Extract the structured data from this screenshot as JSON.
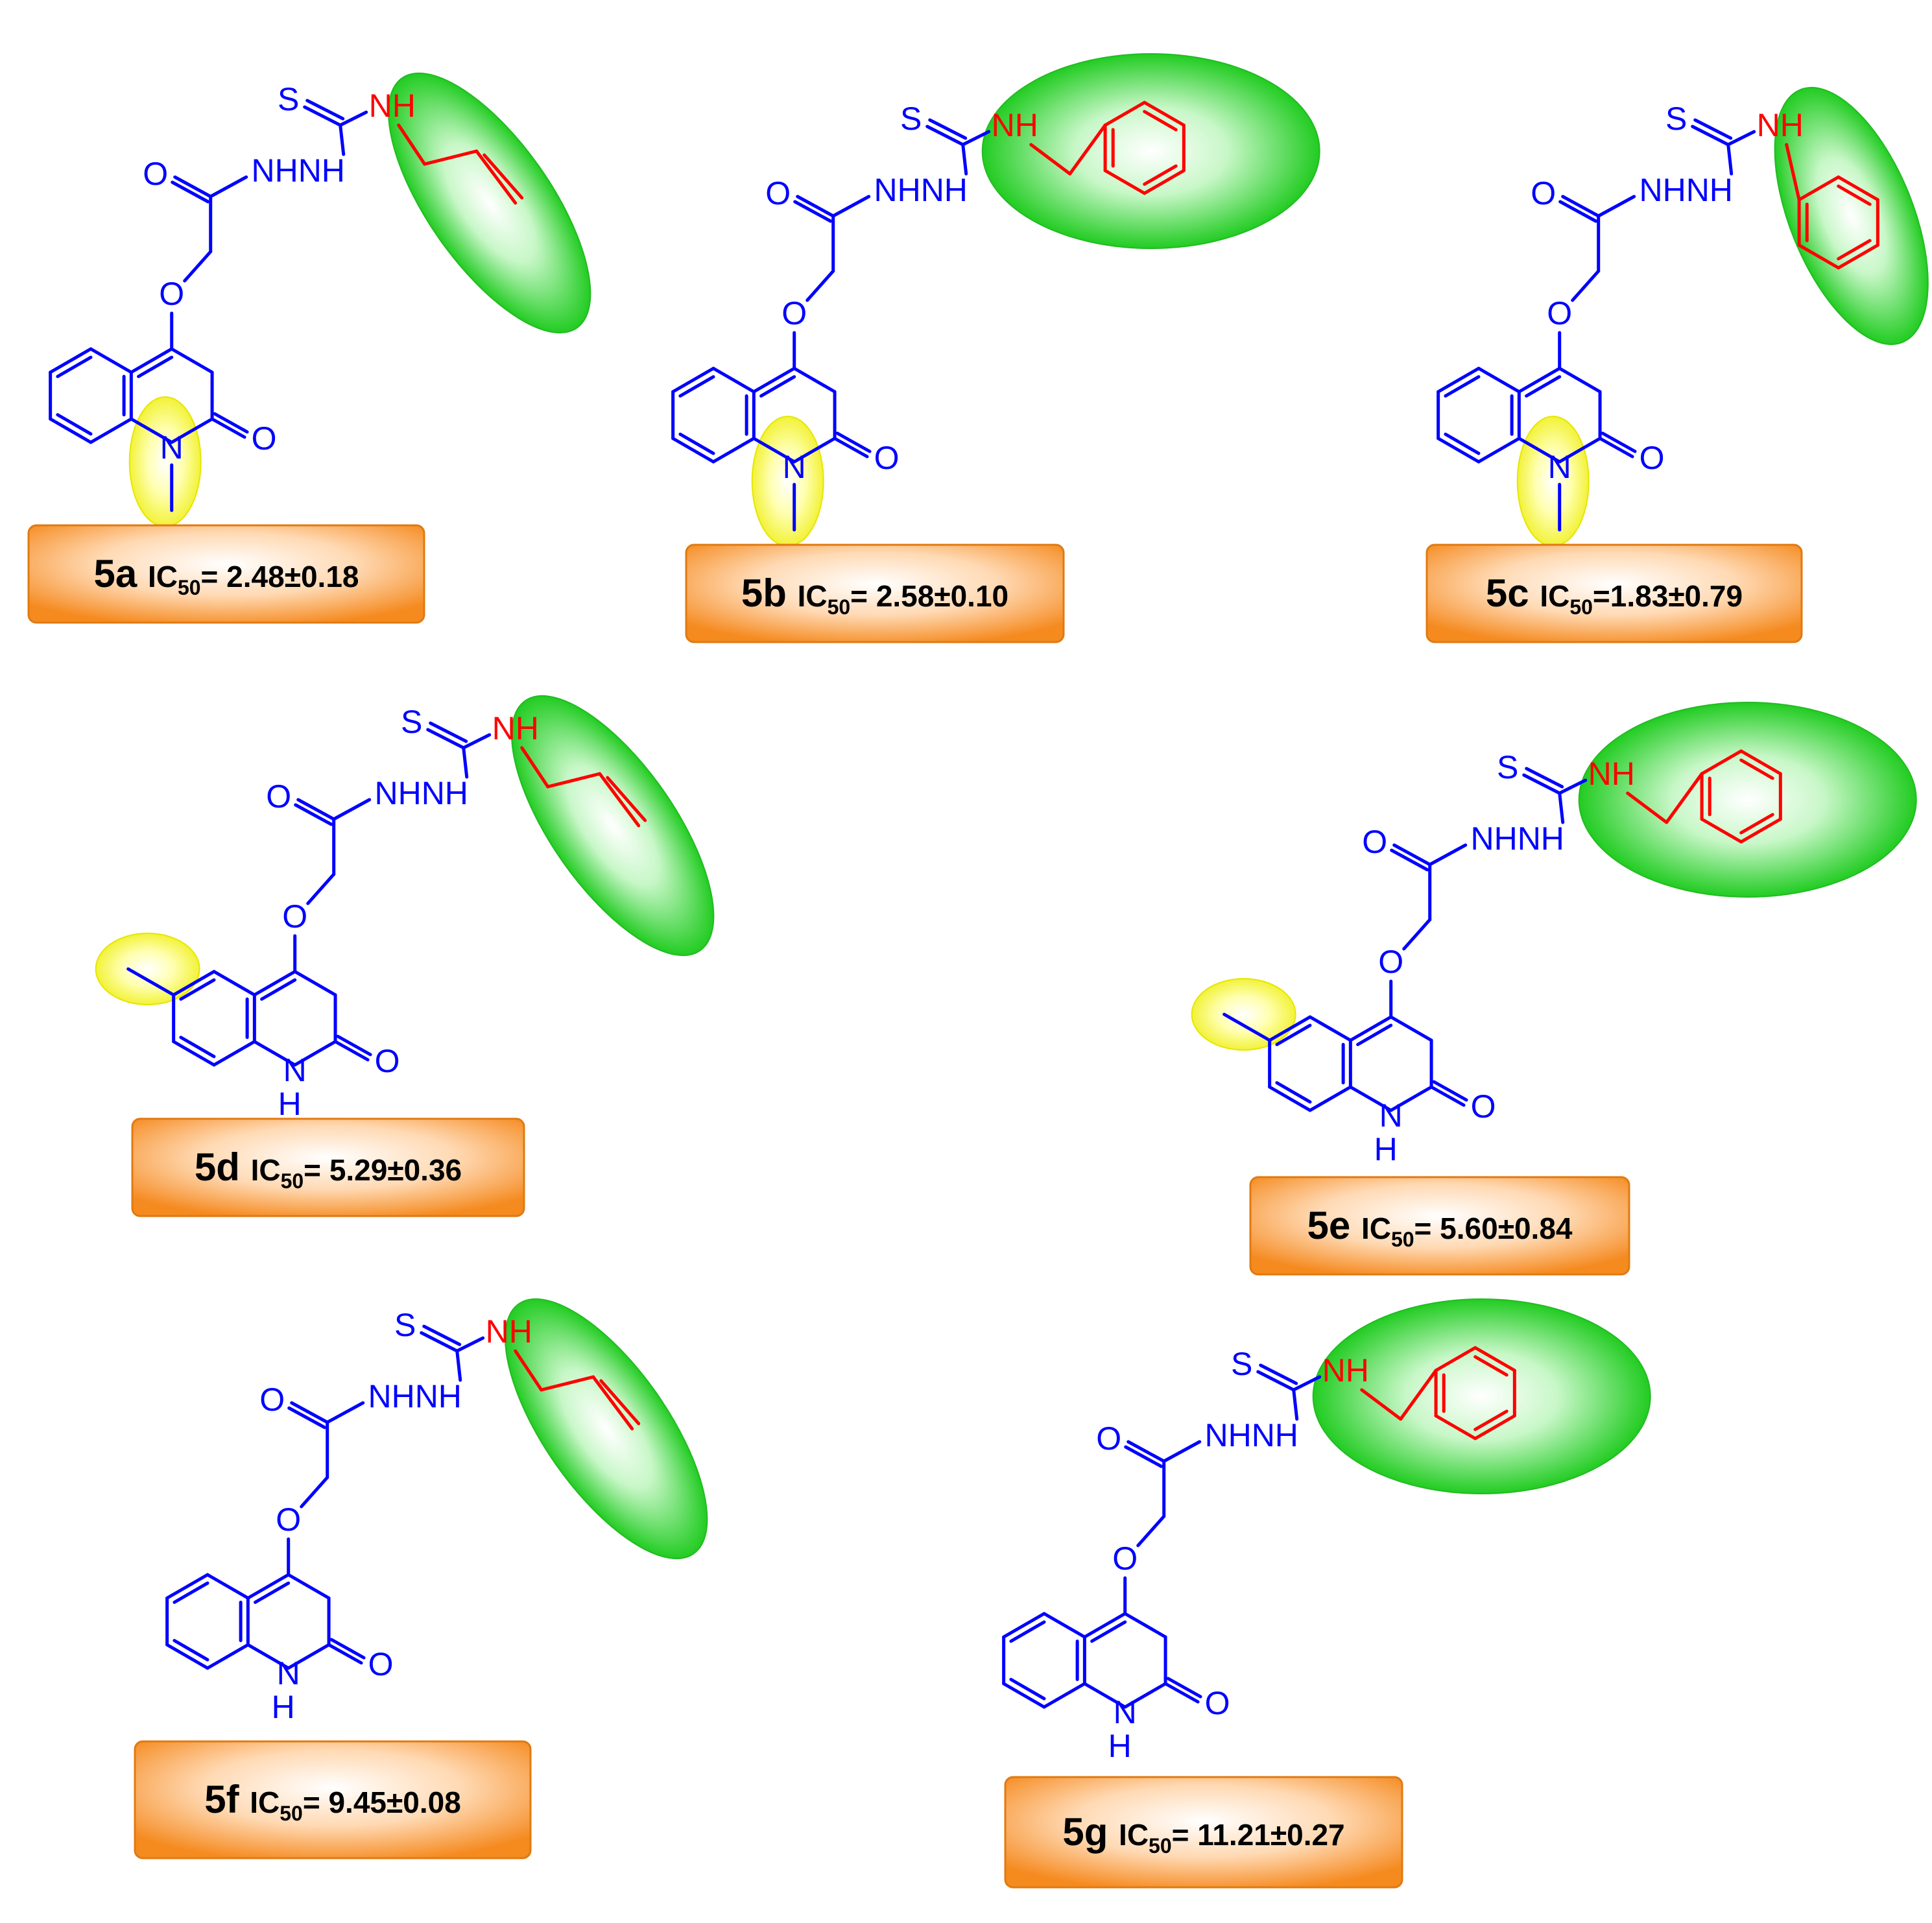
{
  "colors": {
    "structure": "#0000ff",
    "highlight_bond": "#ff0000",
    "green_highlight": "#33dd33",
    "yellow_highlight": "#ffff66",
    "label_box": "#ff9933"
  },
  "compounds": [
    {
      "id": "5a",
      "ic50_label": "IC",
      "ic50_sub": "50",
      "ic50_value": "= 2.48±0.18",
      "n_sub": "methyl",
      "ring_sub": "none",
      "tail": "allyl"
    },
    {
      "id": "5b",
      "ic50_label": "IC",
      "ic50_sub": "50",
      "ic50_value": "= 2.58±0.10",
      "n_sub": "methyl",
      "ring_sub": "none",
      "tail": "benzyl"
    },
    {
      "id": "5c",
      "ic50_label": "IC",
      "ic50_sub": "50",
      "ic50_value": "=1.83±0.79",
      "n_sub": "methyl",
      "ring_sub": "none",
      "tail": "phenyl"
    },
    {
      "id": "5d",
      "ic50_label": "IC",
      "ic50_sub": "50",
      "ic50_value": "= 5.29±0.36",
      "n_sub": "H",
      "ring_sub": "methyl",
      "tail": "allyl"
    },
    {
      "id": "5e",
      "ic50_label": "IC",
      "ic50_sub": "50",
      "ic50_value": "= 5.60±0.84",
      "n_sub": "H",
      "ring_sub": "methyl",
      "tail": "benzyl"
    },
    {
      "id": "5f",
      "ic50_label": "IC",
      "ic50_sub": "50",
      "ic50_value": "= 9.45±0.08",
      "n_sub": "H",
      "ring_sub": "none",
      "tail": "allyl"
    },
    {
      "id": "5g",
      "ic50_label": "IC",
      "ic50_sub": "50",
      "ic50_value": "= 11.21±0.27",
      "n_sub": "H",
      "ring_sub": "none",
      "tail": "benzyl"
    }
  ],
  "atom_labels": {
    "S": "S",
    "NH": "NH",
    "NHNH": "NHNH",
    "O": "O",
    "N": "N",
    "H": "H"
  }
}
